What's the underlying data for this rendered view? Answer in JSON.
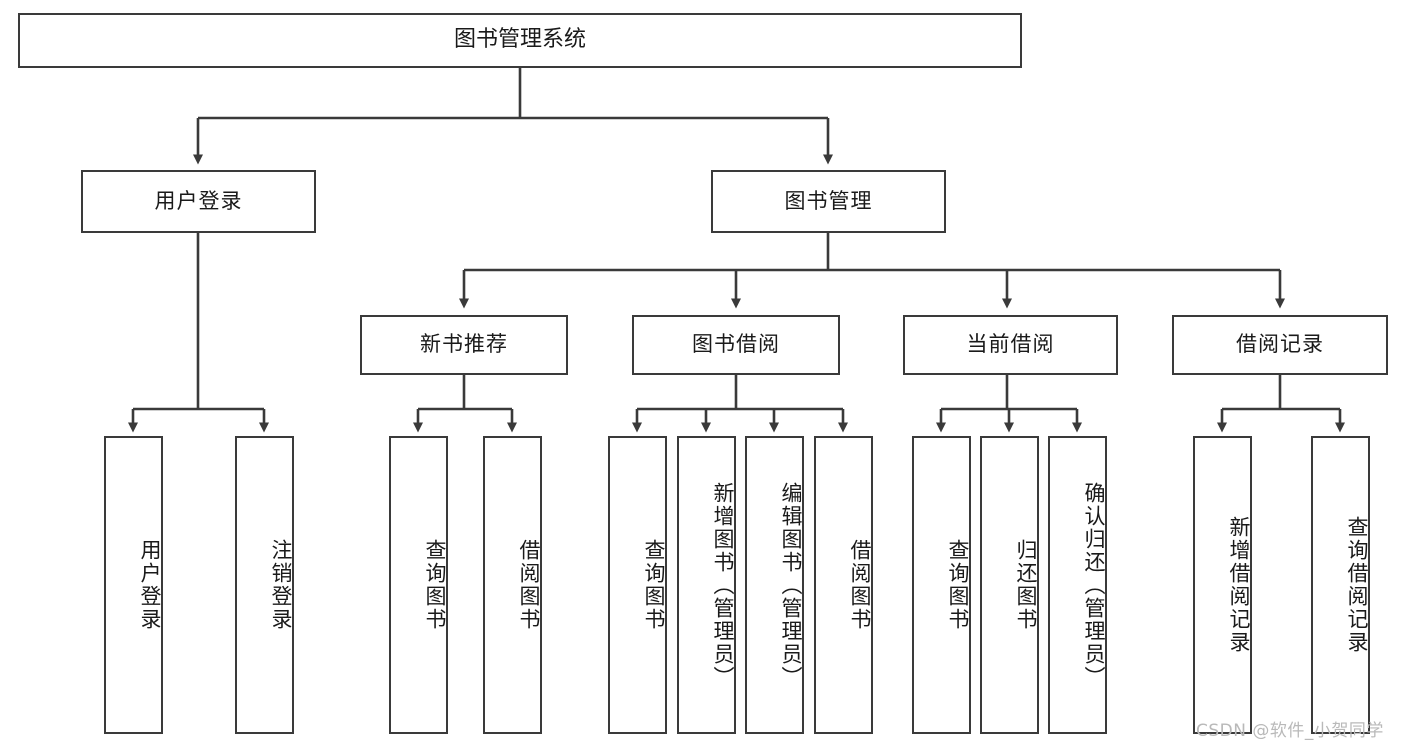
{
  "diagram": {
    "title": "图书管理系统",
    "type": "tree-hierarchy-chart",
    "colors": {
      "stroke": "#3a3a3a",
      "fill": "#ffffff",
      "text": "#1a1a1a",
      "watermark": "#b9b9b9"
    },
    "root": {
      "label": "图书管理系统"
    },
    "level2": [
      {
        "label": "用户登录"
      },
      {
        "label": "图书管理"
      }
    ],
    "level3": [
      {
        "label": "新书推荐"
      },
      {
        "label": "图书借阅"
      },
      {
        "label": "当前借阅"
      },
      {
        "label": "借阅记录"
      }
    ],
    "leaves": {
      "user_login": [
        {
          "label": "用户登录"
        },
        {
          "label": "注销登录"
        }
      ],
      "new_book_recommend": [
        {
          "label": "查询图书"
        },
        {
          "label": "借阅图书"
        }
      ],
      "book_borrow": [
        {
          "label": "查询图书"
        },
        {
          "label": "新增图书（管理员）"
        },
        {
          "label": "编辑图书（管理员）"
        },
        {
          "label": "借阅图书"
        }
      ],
      "current_borrow": [
        {
          "label": "查询图书"
        },
        {
          "label": "归还图书"
        },
        {
          "label": "确认归还（管理员）"
        }
      ],
      "borrow_record": [
        {
          "label": "新增借阅记录"
        },
        {
          "label": "查询借阅记录"
        }
      ]
    },
    "watermark": "CSDN @软件_小贺同学"
  }
}
